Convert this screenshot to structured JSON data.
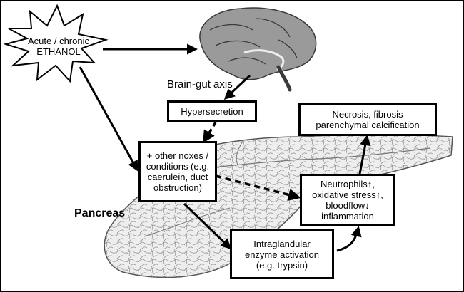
{
  "nodes": {
    "ethanol": [
      "Acute / chronic",
      "ETHANOL"
    ],
    "hypersecretion": "Hypersecretion",
    "noxes": [
      "+ other noxes /",
      "conditions (e.g.",
      "caerulein, duct",
      "obstruction)"
    ],
    "necrosis": [
      "Necrosis, fibrosis",
      "parenchymal calcification"
    ],
    "neutrophils": [
      "Neutrophils↑,",
      "oxidative stress↑,",
      "bloodflow↓",
      "inflammation"
    ],
    "enzyme": [
      "Intraglandular",
      "enzyme activation",
      "(e.g. trypsin)"
    ]
  },
  "labels": {
    "brain_gut_axis": "Brain-gut axis",
    "pancreas": "Pancreas"
  },
  "colors": {
    "line": "#000000",
    "organ_fill": "#eeeeee",
    "organ_cell": "#8a8a8a",
    "brain_fill": "#9a9a9a",
    "brain_dark": "#3a3a3a"
  },
  "icons": {
    "brain": "brain-illustration",
    "pancreas": "pancreas-illustration",
    "starburst": "starburst-shape"
  }
}
